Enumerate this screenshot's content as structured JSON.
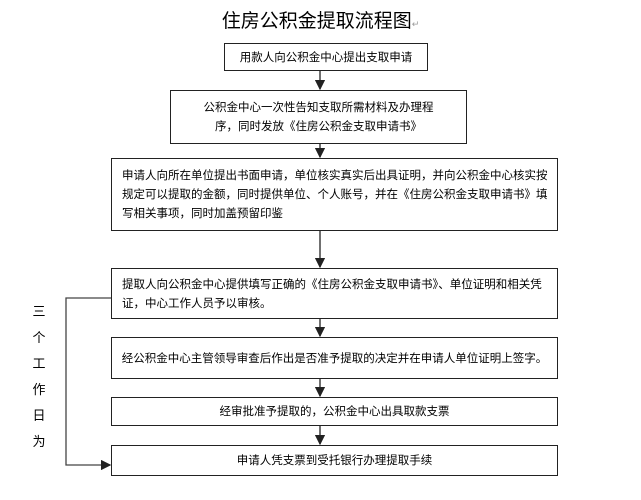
{
  "title": "住房公积金提取流程图",
  "steps": [
    {
      "text": "用款人向公积金中心提出支取申请"
    },
    {
      "text": "公积金中心一次性告知支取所需材料及办理程序，同时发放《住房公积金支取申请书》"
    },
    {
      "text": "申请人向所在单位提出书面申请，单位核实真实后出具证明，并向公积金中心核实按规定可以提取的金额，同时提供单位、个人账号，并在《住房公积金支取申请书》填写相关事项，同时加盖预留印鉴"
    },
    {
      "text": "提取人向公积金中心提供填写正确的《住房公积金支取申请书》、单位证明和相关凭证，中心工作人员予以审核。"
    },
    {
      "text": "经公积金中心主管领导审查后作出是否准予提取的决定并在申请人单位证明上签字。"
    },
    {
      "text": "经审批准予提取的，公积金中心出具取款支票"
    },
    {
      "text": "申请人凭支票到受托银行办理提取手续"
    }
  ],
  "side_label": "三个工作日为",
  "paragraph_mark": "↵"
}
